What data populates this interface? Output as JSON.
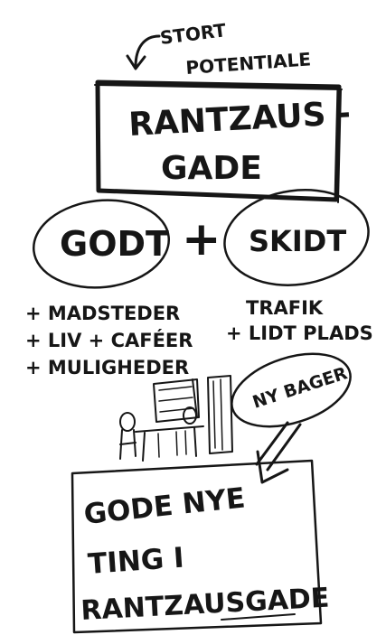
{
  "top_note": {
    "line1": "STORT",
    "line2": "POTENTIALE"
  },
  "title_box": {
    "line1": "RANTZAUS -",
    "line2": "GADE"
  },
  "good": {
    "label": "GODT",
    "items": [
      "+ MADSTEDER",
      "+ LIV + CAFÉER",
      "+ MULIGHEDER"
    ]
  },
  "plus_sign": "+",
  "bad": {
    "label": "SKIDT",
    "items": [
      "TRAFIK",
      "+ LIDT PLADS"
    ]
  },
  "bakery_bubble": {
    "label": "NY BAGER"
  },
  "conclusion": {
    "line1": "GODE NYE",
    "line2": "TING I",
    "line3": "RANTZAUSGADE"
  }
}
